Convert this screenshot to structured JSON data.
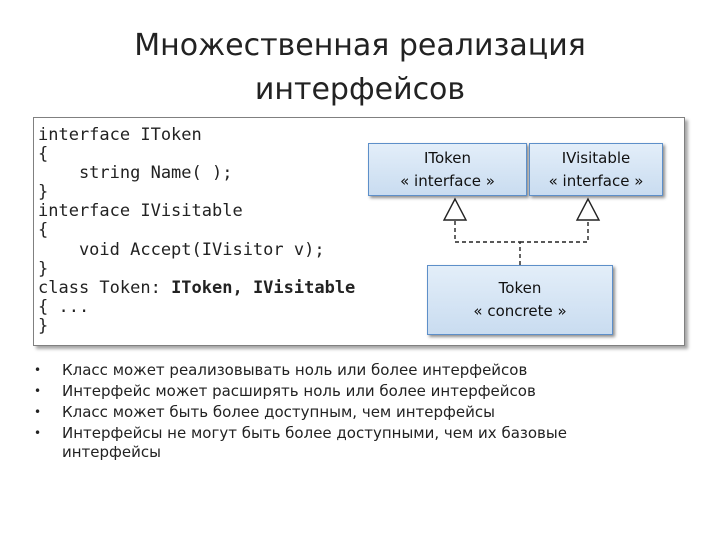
{
  "title": {
    "line1": "Множественная реализация",
    "line2": "интерфейсов"
  },
  "code": {
    "lines": [
      {
        "text": "interface IToken",
        "bold": ""
      },
      {
        "text": "{",
        "bold": ""
      },
      {
        "text": "    string Name( );",
        "bold": ""
      },
      {
        "text": "}",
        "bold": ""
      },
      {
        "text": "interface IVisitable",
        "bold": ""
      },
      {
        "text": "{",
        "bold": ""
      },
      {
        "text": "    void Accept(IVisitor v);",
        "bold": ""
      },
      {
        "text": "}",
        "bold": ""
      },
      {
        "text": "class Token: ",
        "bold": "IToken, IVisitable"
      },
      {
        "text": "{ ...",
        "bold": ""
      },
      {
        "text": "}",
        "bold": ""
      }
    ]
  },
  "uml": {
    "itoken": {
      "name": "IToken",
      "stereotype": "« interface »"
    },
    "ivisitable": {
      "name": "IVisitable",
      "stereotype": "« interface »"
    },
    "token": {
      "name": "Token",
      "stereotype": "« concrete »"
    }
  },
  "colors": {
    "box_border": "#5d8fc9",
    "box_fill_top": "#e3eef9",
    "box_fill_bottom": "#c9dcf0"
  },
  "bullets": [
    "Класс может реализовывать ноль или более интерфейсов",
    "Интерфейс может расширять ноль или более интерфейсов",
    "Класс может быть более доступным, чем интерфейсы",
    "Интерфейсы не могут быть более доступными, чем их базовые интерфейсы"
  ],
  "bullet_glyph": "•"
}
